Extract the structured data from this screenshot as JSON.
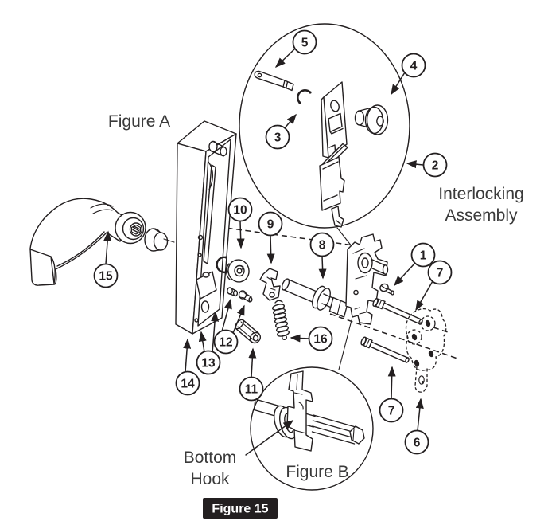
{
  "diagram": {
    "figure_caption": "Figure 15",
    "view_labels": {
      "figure_a": "Figure A",
      "figure_b": "Figure B",
      "interlocking_line1": "Interlocking",
      "interlocking_line2": "Assembly",
      "bottom_hook_line1": "Bottom",
      "bottom_hook_line2": "Hook"
    },
    "callouts": [
      {
        "label": "5"
      },
      {
        "label": "3"
      },
      {
        "label": "4"
      },
      {
        "label": "2"
      },
      {
        "label": "10"
      },
      {
        "label": "9"
      },
      {
        "label": "8"
      },
      {
        "label": "1"
      },
      {
        "label": "7"
      },
      {
        "label": "7"
      },
      {
        "label": "6"
      },
      {
        "label": "16"
      },
      {
        "label": "12"
      },
      {
        "label": "11"
      },
      {
        "label": "13"
      },
      {
        "label": "14"
      },
      {
        "label": "15"
      }
    ],
    "colors": {
      "line": "#231f20",
      "text": "#3a3a3a",
      "background": "#ffffff",
      "caption_bg": "#231f20",
      "caption_text": "#ffffff"
    }
  }
}
